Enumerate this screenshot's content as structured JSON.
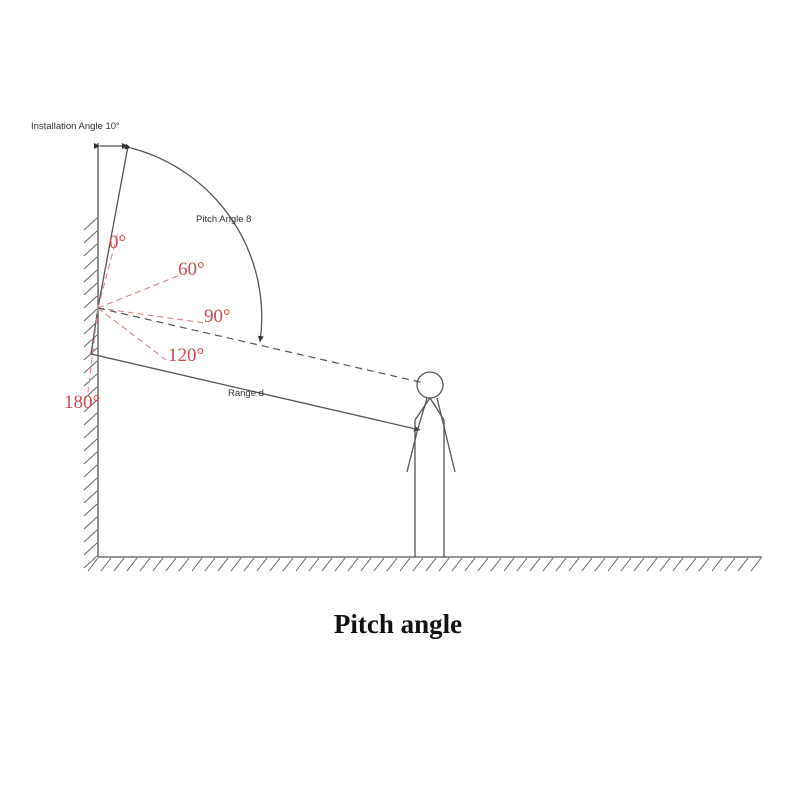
{
  "labels": {
    "installation_angle": "Installation Angle 10°",
    "pitch_angle": "Pitch Angle 8",
    "range": "Range d",
    "caption": "Pitch angle"
  },
  "angle_marks": {
    "a0": "0°",
    "a60": "60°",
    "a90": "90°",
    "a120": "120°",
    "a180": "180°"
  },
  "colors": {
    "line": "#555555",
    "angle_text": "#d24a4a",
    "angle_rays": "#d98888"
  }
}
